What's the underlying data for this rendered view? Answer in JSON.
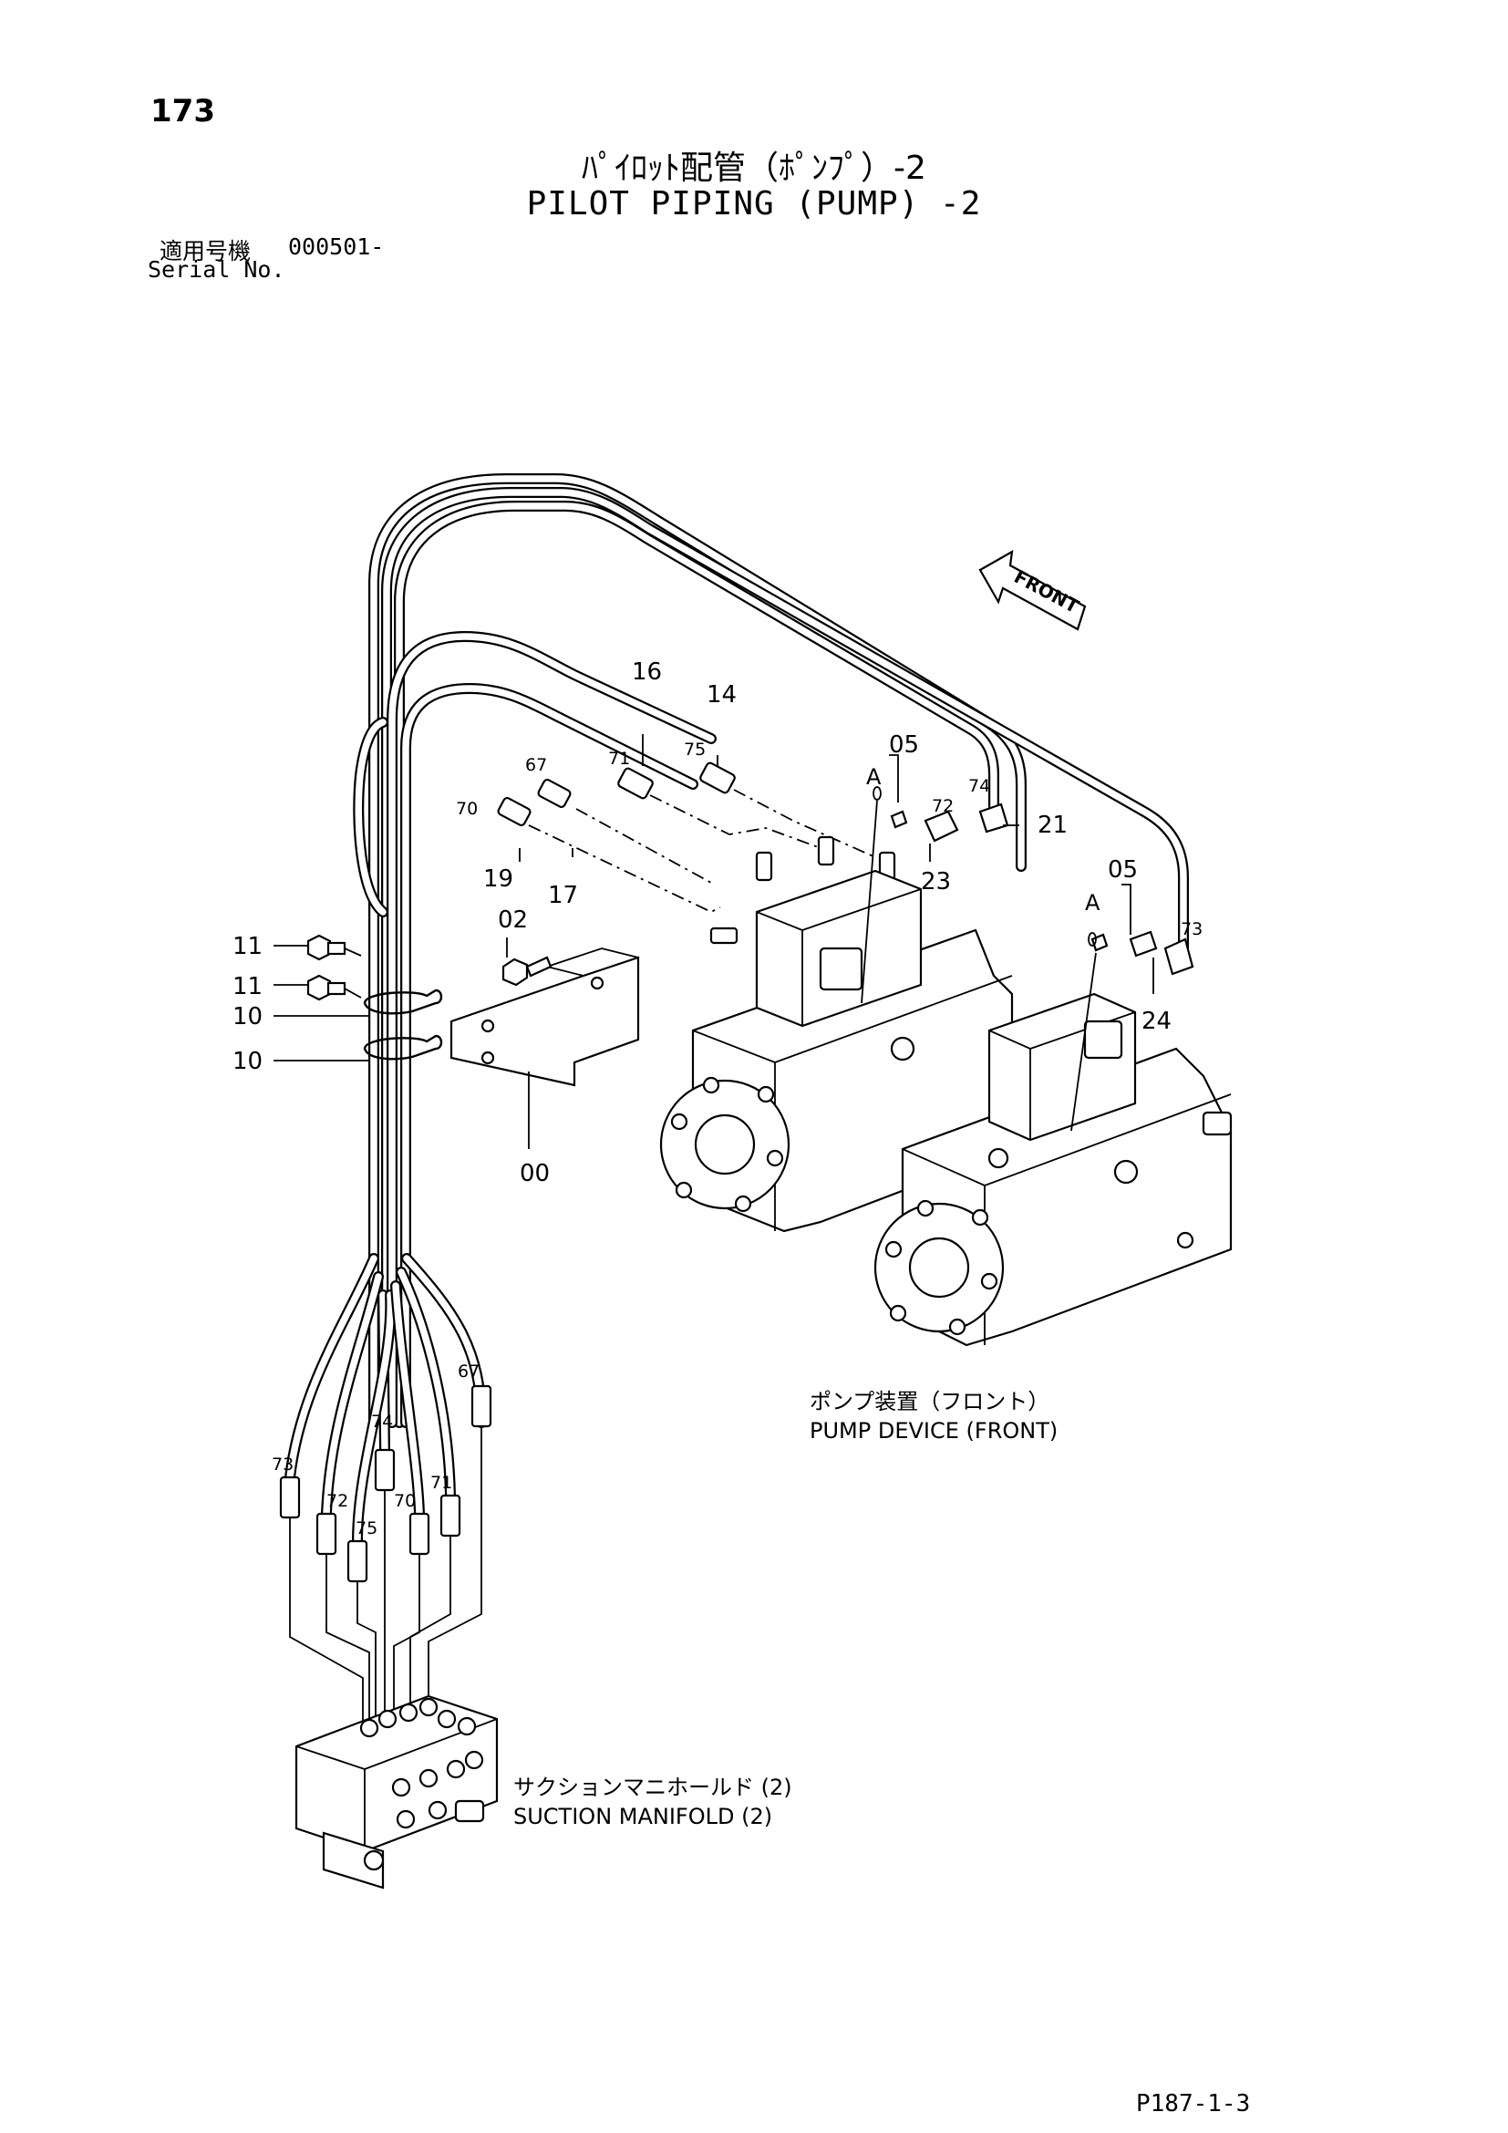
{
  "header": {
    "page_number": "173",
    "title_jp": "ﾊﾟｲﾛｯﾄ配管（ﾎﾟﾝﾌﾟ）-2",
    "title_en": "PILOT PIPING (PUMP) -2",
    "serial_label_jp": "適用号機",
    "serial_value": "000501-",
    "serial_label_en": "Serial No."
  },
  "callouts": {
    "c16": "16",
    "c14": "14",
    "c67a": "67",
    "c71a": "71",
    "c75a": "75",
    "c70a": "70",
    "c19": "19",
    "c17": "17",
    "c05a": "05",
    "cAa": "A",
    "c72a": "72",
    "c74a": "74",
    "c21": "21",
    "c23": "23",
    "c05b": "05",
    "cAb": "A",
    "c73a": "73",
    "c24": "24",
    "c02": "02",
    "c11a": "11",
    "c11b": "11",
    "c10a": "10",
    "c10b": "10",
    "c00": "00",
    "c67b": "67",
    "c74b": "74",
    "c73b": "73",
    "c72b": "72",
    "c70b": "70",
    "c71b": "71",
    "c75b": "75"
  },
  "front_arrow": "FRONT",
  "labels": {
    "pump_jp": "ポンプ装置（フロント）",
    "pump_en": "PUMP DEVICE (FRONT)",
    "manifold_jp": "サクションマニホールド (2)",
    "manifold_en": "SUCTION MANIFOLD (2)"
  },
  "footer": {
    "sheet_code": "P187-1-3"
  }
}
